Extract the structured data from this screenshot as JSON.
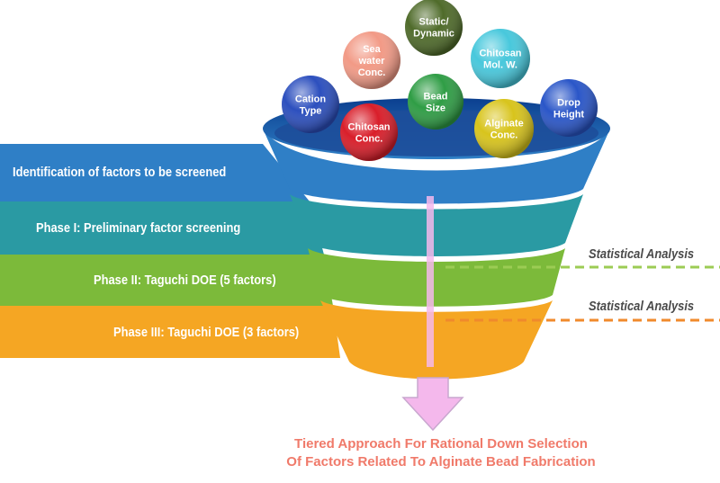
{
  "colors": {
    "band1": "#2f7fc6",
    "band2": "#2a9aa3",
    "band3": "#7cba3a",
    "band4": "#f5a623",
    "arrow": "#f4b8ec",
    "dash1": "#9ccc54",
    "dash2": "#f08a2c",
    "caption": "#f07a6a"
  },
  "factors": [
    {
      "key": "static_dynamic",
      "lines": [
        "Static/",
        "Dynamic"
      ],
      "color": "#4f6b2a",
      "icon": "sphere"
    },
    {
      "key": "sea_water",
      "lines": [
        "Sea",
        "water",
        "Conc."
      ],
      "color": "#f29a86",
      "icon": "sphere"
    },
    {
      "key": "chitosan_mw",
      "lines": [
        "Chitosan",
        "Mol. W."
      ],
      "color": "#48c8dc",
      "icon": "sphere"
    },
    {
      "key": "cation_type",
      "lines": [
        "Cation",
        "Type"
      ],
      "color": "#2c4fbe",
      "icon": "sphere"
    },
    {
      "key": "bead_size",
      "lines": [
        "Bead",
        "Size"
      ],
      "color": "#2f9d45",
      "icon": "sphere"
    },
    {
      "key": "drop_height",
      "lines": [
        "Drop",
        "Height"
      ],
      "color": "#2a56c8",
      "icon": "sphere"
    },
    {
      "key": "chitosan_conc",
      "lines": [
        "Chitosan",
        "Conc."
      ],
      "color": "#d91e2a",
      "icon": "sphere"
    },
    {
      "key": "alginate_conc",
      "lines": [
        "Alginate",
        "Conc."
      ],
      "color": "#d8c41c",
      "icon": "sphere"
    }
  ],
  "phases": [
    {
      "label": "Identification of factors to be screened"
    },
    {
      "label": "Phase I: Preliminary factor screening"
    },
    {
      "label": "Phase II: Taguchi DOE (5 factors)"
    },
    {
      "label": "Phase III: Taguchi DOE (3 factors)"
    }
  ],
  "analysis": [
    {
      "label": "Statistical Analysis"
    },
    {
      "label": "Statistical Analysis"
    }
  ],
  "caption": {
    "line1": "Tiered Approach For Rational Down Selection",
    "line2": "Of Factors Related To Alginate Bead Fabrication"
  }
}
